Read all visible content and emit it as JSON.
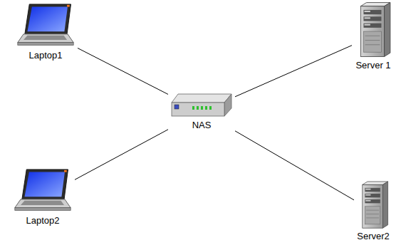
{
  "diagram": {
    "nodes": [
      {
        "text": [
          "Laptop1"
        ]
      },
      {
        "text": [
          "Server 1"
        ]
      },
      {
        "text": [
          "NAS"
        ]
      },
      {
        "text": [
          "Laptop2"
        ]
      },
      {
        "text": [
          "Server2"
        ]
      }
    ],
    "edges": [
      {
        "from": 0,
        "to": 2,
        "arrow": "none"
      },
      {
        "from": 2,
        "to": 1,
        "arrow": "none"
      },
      {
        "from": 3,
        "to": 2,
        "arrow": "none"
      },
      {
        "from": 2,
        "to": 4,
        "arrow": "none"
      }
    ]
  }
}
